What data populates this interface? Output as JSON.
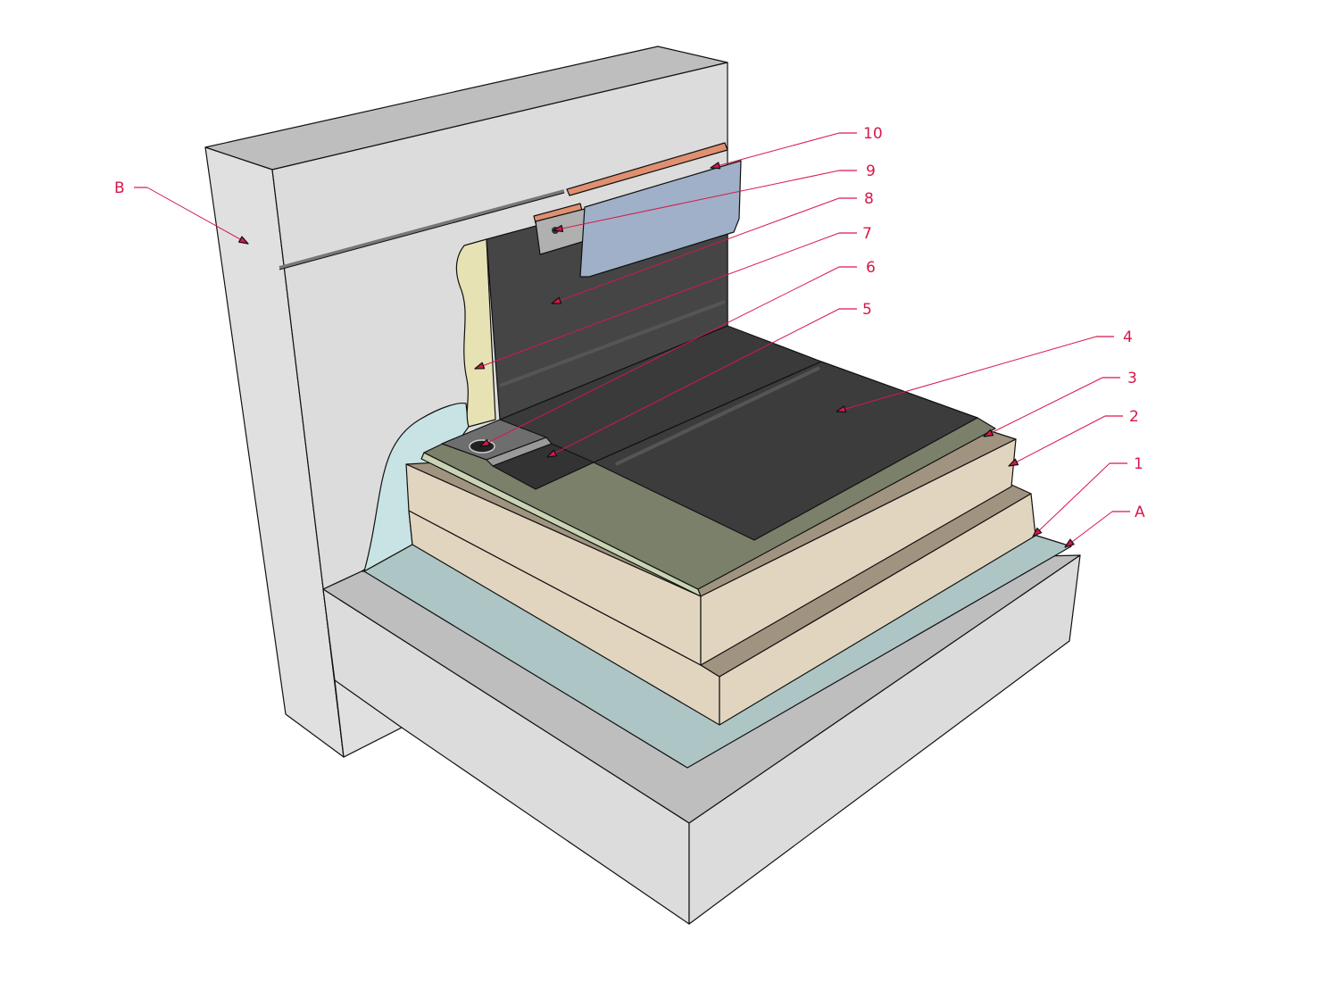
{
  "colors": {
    "callout": "#d6184a",
    "concrete_top": "#bebebe",
    "concrete_face": "#dcdcdc",
    "vapour_barrier": "#aec5c5",
    "insulation_face": "#e2d5c0",
    "insulation_top": "#a09480",
    "separation_layer": "#7a806a",
    "membrane": "#3c3c3c",
    "upstand_insulation": "#e6e2b4",
    "flashing": "#9fb0c8",
    "copper_strip": "#e09070"
  },
  "callouts": [
    {
      "id": "10",
      "label": "10"
    },
    {
      "id": "9",
      "label": "9"
    },
    {
      "id": "8",
      "label": "8"
    },
    {
      "id": "7",
      "label": "7"
    },
    {
      "id": "6",
      "label": "6"
    },
    {
      "id": "5",
      "label": "5"
    },
    {
      "id": "4",
      "label": "4"
    },
    {
      "id": "3",
      "label": "3"
    },
    {
      "id": "2",
      "label": "2"
    },
    {
      "id": "1",
      "label": "1"
    },
    {
      "id": "A",
      "label": "A"
    },
    {
      "id": "B",
      "label": "B"
    }
  ]
}
